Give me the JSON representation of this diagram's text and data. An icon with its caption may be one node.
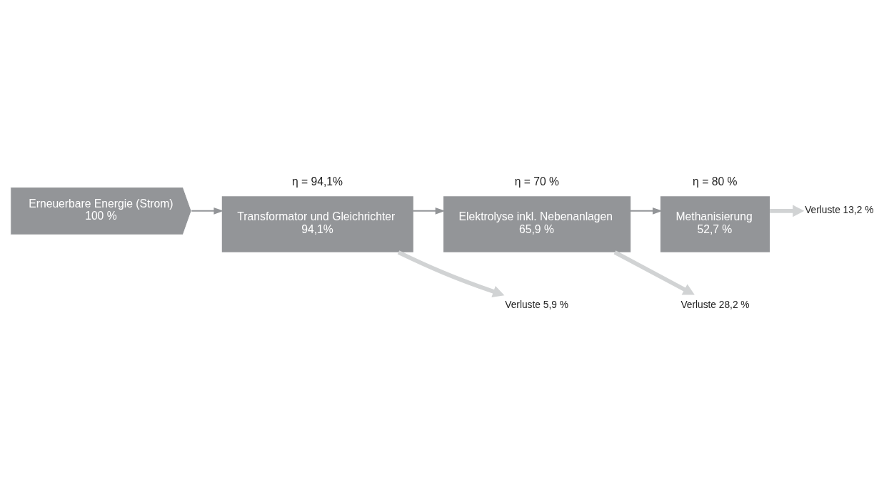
{
  "diagram": {
    "nodes": [
      {
        "text": [
          "Erneuerbare Energie (Strom)",
          "100 %"
        ]
      },
      {
        "text": [
          "Transformator und Gleichrichter",
          "94,1%"
        ],
        "beside": [
          "η = 94,1%"
        ]
      },
      {
        "text": [
          "Elektrolyse inkl. Nebenanlagen",
          "65,9 %"
        ],
        "beside": [
          "η = 70 %"
        ]
      },
      {
        "text": [
          "Methanisierung",
          "52,7 %"
        ],
        "beside": [
          "η = 80 %"
        ]
      },
      {
        "text": [
          "Verluste 5,9 %"
        ]
      },
      {
        "text": [
          "Verluste 28,2 %"
        ]
      },
      {
        "text": [
          "Verluste 13,2 %"
        ]
      }
    ],
    "edges": [
      {
        "from": 0,
        "to": 1,
        "arrow": "to"
      },
      {
        "from": 1,
        "to": 2,
        "arrow": "to"
      },
      {
        "from": 2,
        "to": 3,
        "arrow": "to"
      },
      {
        "from": 1,
        "to": 4,
        "arrow": "to",
        "style": "thick",
        "color": "#d1d3d4"
      },
      {
        "from": 2,
        "to": 5,
        "arrow": "to",
        "style": "thick",
        "color": "#d1d3d4"
      },
      {
        "from": 3,
        "to": 6,
        "arrow": "to",
        "style": "thick",
        "color": "#d1d3d4"
      }
    ]
  }
}
